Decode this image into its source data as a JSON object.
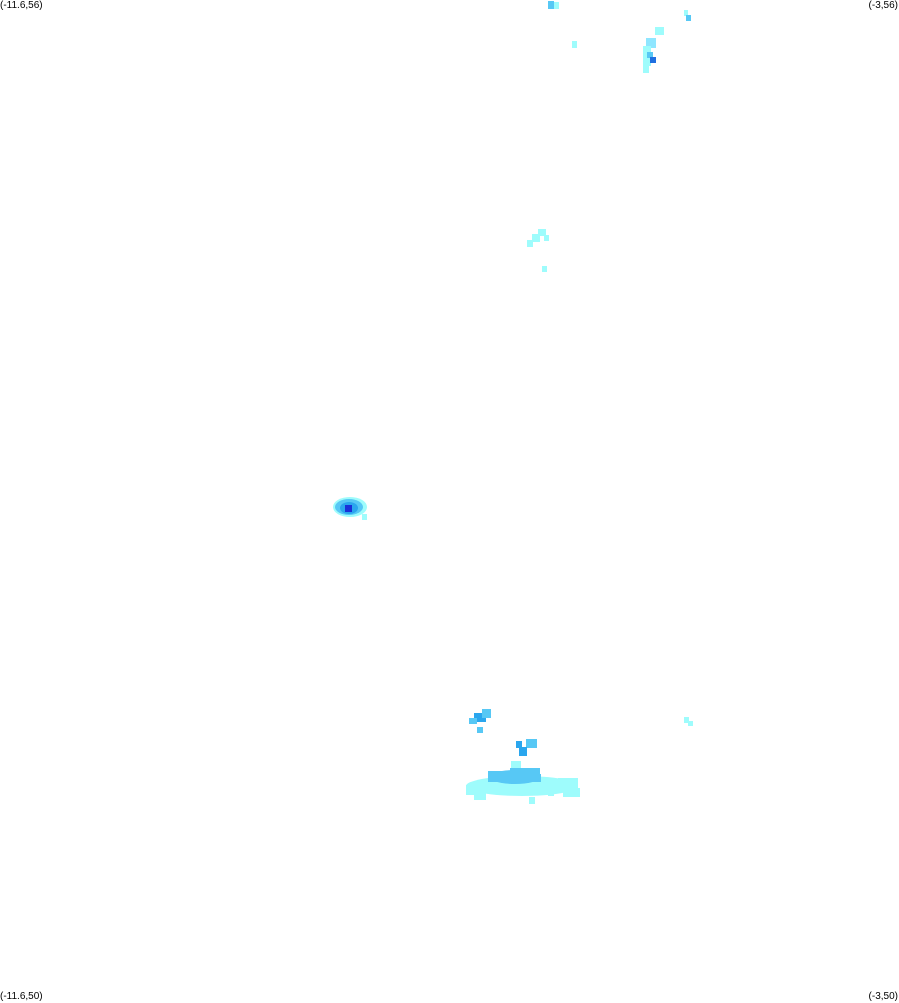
{
  "corners": {
    "top_left": "(-11.6,56)",
    "top_right": "(-3,56)",
    "bottom_left": "(-11.6,50)",
    "bottom_right": "(-3,50)"
  },
  "colors": {
    "background": "#ffffff",
    "intensity": [
      "#9efcfc",
      "#8fe6ff",
      "#57c8f5",
      "#2aa6ee",
      "#1f6fe0",
      "#1a2fd8"
    ]
  }
}
